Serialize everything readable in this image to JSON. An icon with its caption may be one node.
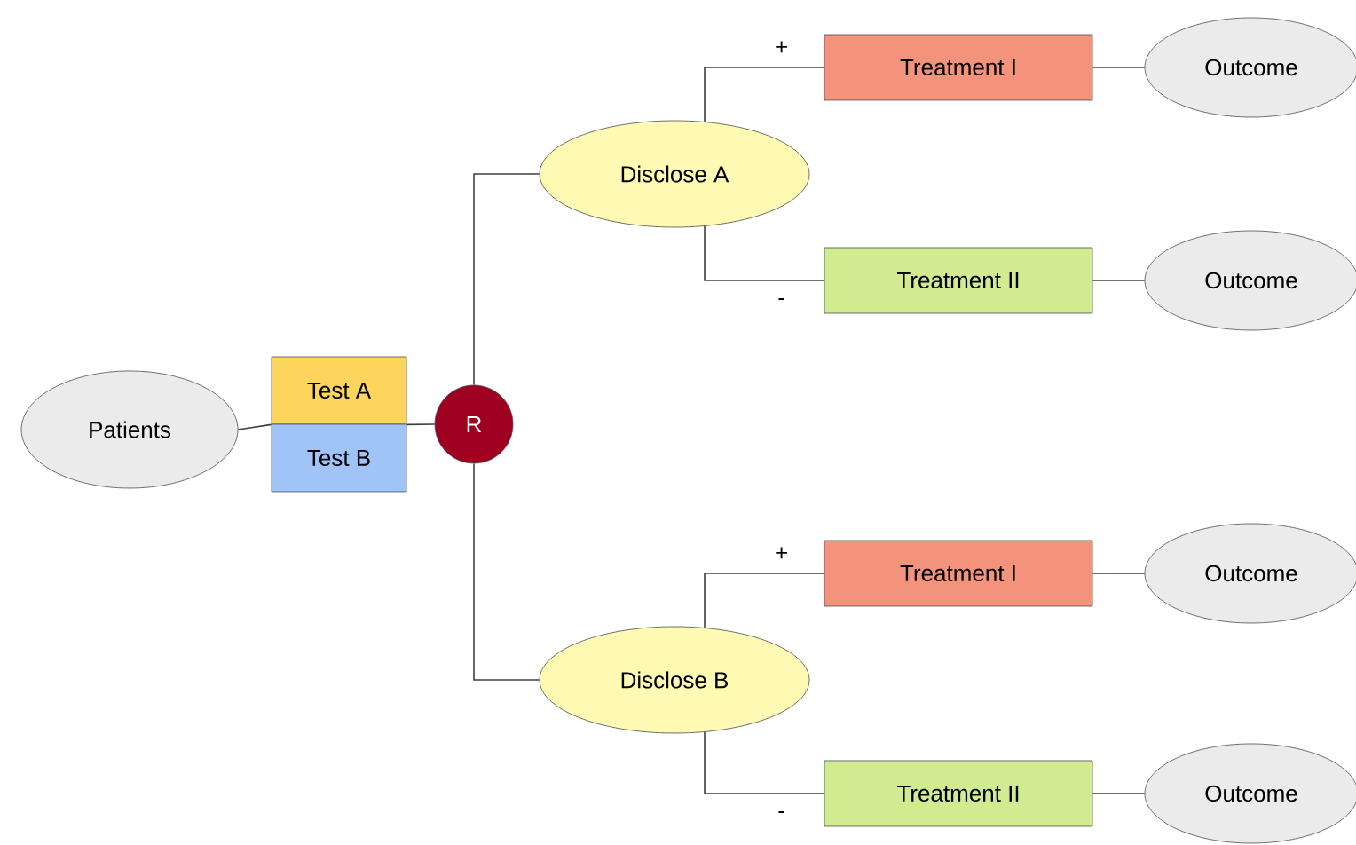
{
  "diagram": {
    "nodes": [
      {
        "text": [
          "Patients"
        ]
      },
      {
        "text": [
          "Test A"
        ]
      },
      {
        "text": [
          "Test B"
        ]
      },
      {
        "text": [
          "R"
        ]
      },
      {
        "text": [
          "Disclose A"
        ]
      },
      {
        "text": [
          "Treatment I"
        ]
      },
      {
        "text": [
          "Outcome"
        ]
      },
      {
        "text": [
          "Treatment II"
        ]
      },
      {
        "text": [
          "Outcome"
        ]
      },
      {
        "text": [
          "Disclose B"
        ]
      },
      {
        "text": [
          "Treatment I"
        ]
      },
      {
        "text": [
          "Outcome"
        ]
      },
      {
        "text": [
          "Treatment II"
        ]
      },
      {
        "text": [
          "Outcome"
        ]
      }
    ],
    "edges": [
      {
        "from": 0,
        "to": 1,
        "arrow": "none"
      },
      {
        "from": 1,
        "to": 3,
        "arrow": "none"
      },
      {
        "from": 3,
        "to": 4,
        "arrow": "none"
      },
      {
        "from": 3,
        "to": 9,
        "arrow": "none"
      },
      {
        "from": 4,
        "to": 5,
        "arrow": "none",
        "label": "+"
      },
      {
        "from": 4,
        "to": 7,
        "arrow": "none",
        "label": "-"
      },
      {
        "from": 5,
        "to": 6,
        "arrow": "none"
      },
      {
        "from": 7,
        "to": 8,
        "arrow": "none"
      },
      {
        "from": 9,
        "to": 10,
        "arrow": "none",
        "label": "+"
      },
      {
        "from": 9,
        "to": 12,
        "arrow": "none",
        "label": "-"
      },
      {
        "from": 10,
        "to": 11,
        "arrow": "none"
      },
      {
        "from": 12,
        "to": 13,
        "arrow": "none"
      }
    ]
  }
}
